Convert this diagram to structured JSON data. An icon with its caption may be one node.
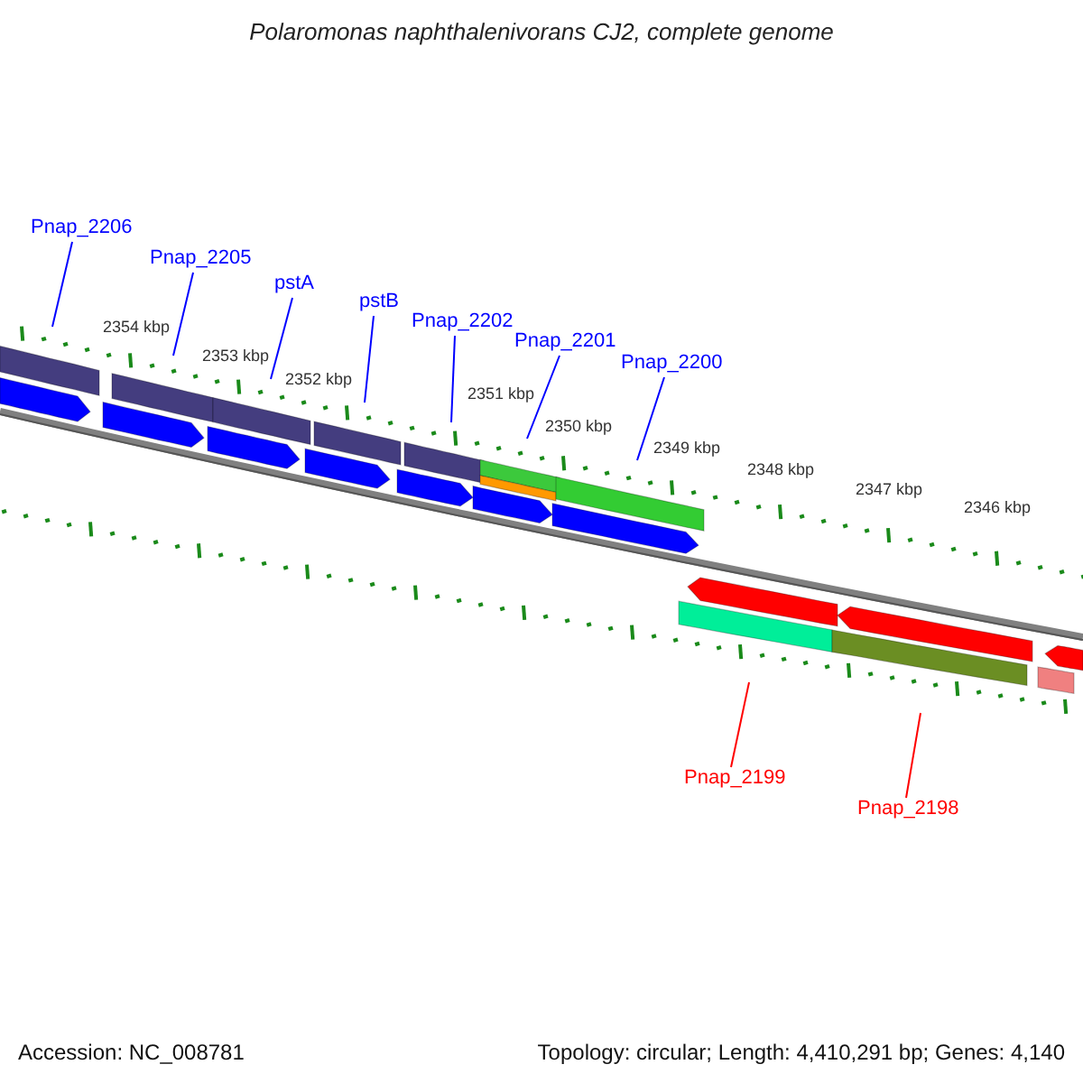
{
  "diagram": {
    "title": "Polaromonas naphthalenivorans CJ2, complete genome",
    "nodes": [
      {
        "text": [
          "Pnap_2206"
        ]
      },
      {
        "text": [
          "Pnap_2205"
        ]
      },
      {
        "text": [
          "pstA"
        ]
      },
      {
        "text": [
          "pstB"
        ]
      },
      {
        "text": [
          "Pnap_2202"
        ]
      },
      {
        "text": [
          "Pnap_2201"
        ]
      },
      {
        "text": [
          "Pnap_2200"
        ]
      },
      {
        "text": [
          "Pnap_2199"
        ]
      },
      {
        "text": [
          "Pnap_2198"
        ]
      }
    ],
    "edges": [
      {
        "from": 0,
        "to": null,
        "arrow": "none"
      },
      {
        "from": 1,
        "to": null,
        "arrow": "none"
      },
      {
        "from": 2,
        "to": null,
        "arrow": "none"
      },
      {
        "from": 3,
        "to": null,
        "arrow": "none"
      },
      {
        "from": 4,
        "to": null,
        "arrow": "none"
      },
      {
        "from": 5,
        "to": null,
        "arrow": "none"
      },
      {
        "from": 6,
        "to": null,
        "arrow": "none"
      },
      {
        "from": 7,
        "to": null,
        "arrow": "none",
        "color": "#ff0000"
      },
      {
        "from": 8,
        "to": null,
        "arrow": "none",
        "color": "#ff0000"
      }
    ],
    "labels": [
      "2354 kbp",
      "2353 kbp",
      "2352 kbp",
      "2351 kbp",
      "2350 kbp",
      "2349 kbp",
      "2348 kbp",
      "2347 kbp",
      "2346 kbp",
      "Accession: NC_008781",
      "Topology: circular; Length: 4,410,291 bp; Genes: 4,140"
    ]
  }
}
